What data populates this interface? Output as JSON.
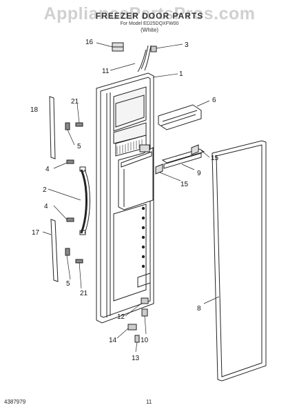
{
  "watermark": "AppliancePartsPros.com",
  "header": {
    "title": "FREEZER DOOR PARTS",
    "subtitle_line1": "For Model ED25DQXFW00",
    "subtitle_line2": "(White)"
  },
  "callouts": [
    "16",
    "3",
    "11",
    "1",
    "6",
    "18",
    "21",
    "5",
    "15",
    "9",
    "4",
    "15",
    "2",
    "4",
    "17",
    "5",
    "21",
    "8",
    "12",
    "10",
    "14",
    "13"
  ],
  "footer": {
    "doc_number": "4387979",
    "page": "11"
  }
}
